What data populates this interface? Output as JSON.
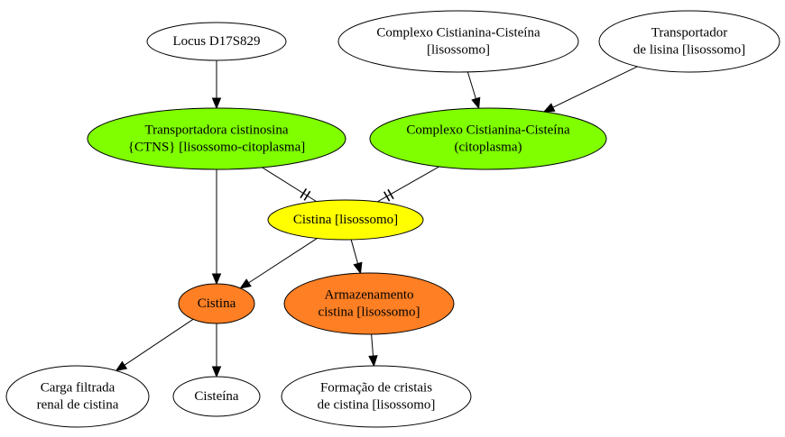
{
  "colors": {
    "white": "#ffffff",
    "green": "#7fff00",
    "yellow": "#ffff00",
    "orange": "#ff7f24",
    "stroke": "#000000"
  },
  "nodes": {
    "locus": {
      "lines": [
        "Locus D17S829"
      ],
      "fill": "white"
    },
    "complexo_lisossomo": {
      "lines": [
        "Complexo Cistianina-Cisteína",
        "[lisossomo]"
      ],
      "fill": "white"
    },
    "transportador_lisina": {
      "lines": [
        "Transportador",
        "de lisina [lisossomo]"
      ],
      "fill": "white"
    },
    "ctns": {
      "lines": [
        "Transportadora cistinosina",
        "{CTNS} [lisossomo-citoplasma]"
      ],
      "fill": "green"
    },
    "complexo_citoplasma": {
      "lines": [
        "Complexo Cistianina-Cisteína",
        "(citoplasma)"
      ],
      "fill": "green"
    },
    "cistina_lisossomo": {
      "lines": [
        "Cistina [lisossomo]"
      ],
      "fill": "yellow"
    },
    "cistina": {
      "lines": [
        "Cistina"
      ],
      "fill": "orange"
    },
    "armazenamento": {
      "lines": [
        "Armazenamento",
        "cistina [lisossomo]"
      ],
      "fill": "orange"
    },
    "carga": {
      "lines": [
        "Carga filtrada",
        "renal de cistina"
      ],
      "fill": "white"
    },
    "cisteina": {
      "lines": [
        "Cisteína"
      ],
      "fill": "white"
    },
    "formacao": {
      "lines": [
        "Formação de cristais",
        "de cistina [lisossomo]"
      ],
      "fill": "white"
    }
  },
  "edges": [
    {
      "from": "locus",
      "to": "ctns",
      "type": "arrow"
    },
    {
      "from": "complexo_lisossomo",
      "to": "complexo_citoplasma",
      "type": "arrow"
    },
    {
      "from": "transportador_lisina",
      "to": "complexo_citoplasma",
      "type": "arrow"
    },
    {
      "from": "ctns",
      "to": "cistina_lisossomo",
      "type": "inhibit"
    },
    {
      "from": "complexo_citoplasma",
      "to": "cistina_lisossomo",
      "type": "inhibit"
    },
    {
      "from": "ctns",
      "to": "cistina",
      "type": "arrow"
    },
    {
      "from": "cistina_lisossomo",
      "to": "cistina",
      "type": "arrow"
    },
    {
      "from": "cistina_lisossomo",
      "to": "armazenamento",
      "type": "arrow"
    },
    {
      "from": "cistina",
      "to": "carga",
      "type": "arrow"
    },
    {
      "from": "cistina",
      "to": "cisteina",
      "type": "arrow"
    },
    {
      "from": "armazenamento",
      "to": "formacao",
      "type": "arrow"
    }
  ]
}
